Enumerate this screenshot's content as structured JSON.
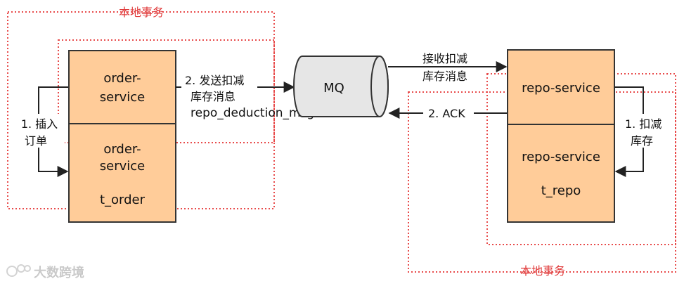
{
  "colors": {
    "box_fill": "#ffcc99",
    "box_stroke": "#333333",
    "dotted_red": "#e84b4b",
    "mq_fill": "#e6e6e6",
    "arrow": "#222222",
    "watermark": "#cfcfcf"
  },
  "left": {
    "transaction_label": "本地事务",
    "service_top": [
      "order-",
      "service"
    ],
    "service_bottom": [
      "order-",
      "service"
    ],
    "table_name": "t_order",
    "side_label": [
      "1. 插入",
      "订单"
    ],
    "send_label": [
      "2. 发送扣减",
      "库存消息"
    ],
    "send_label_en": "repo_deduction_msg"
  },
  "mq": {
    "label": "MQ"
  },
  "right": {
    "transaction_label": "本地事务",
    "service_top": "repo-service",
    "service_bottom": "repo-service",
    "table_name": "t_repo",
    "receive_label": [
      "接收扣减",
      "库存消息"
    ],
    "ack_label": "2. ACK",
    "side_label": [
      "1. 扣减",
      "库存"
    ]
  },
  "watermark": {
    "text": "大数跨境",
    "icon": "watermark-logo-icon"
  }
}
